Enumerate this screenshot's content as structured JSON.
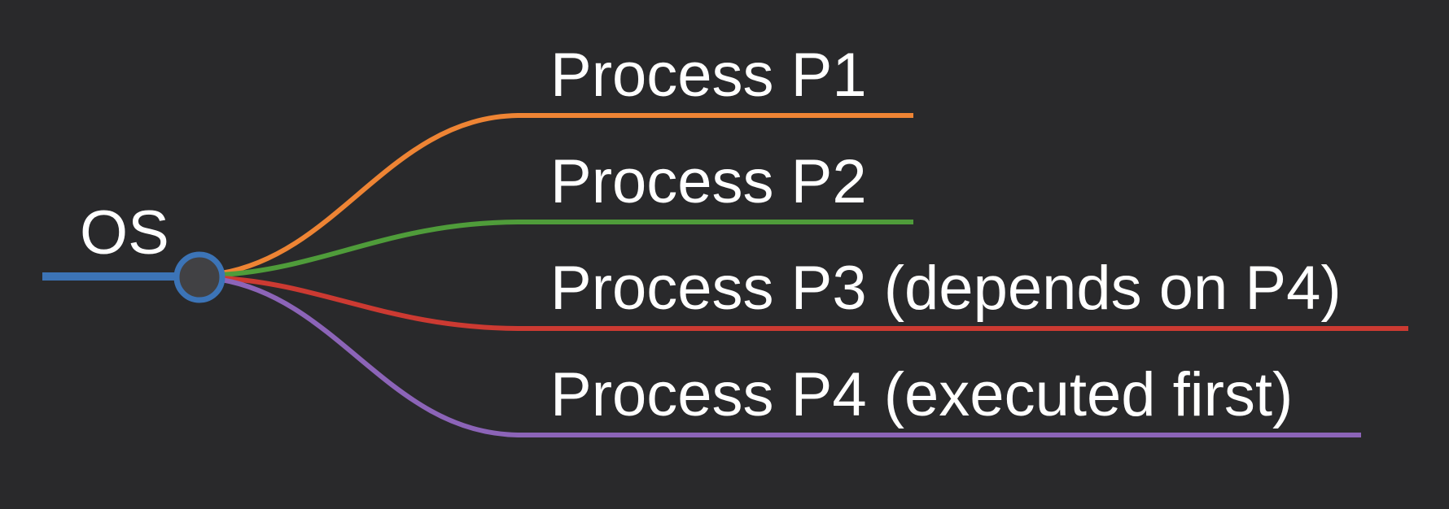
{
  "root": {
    "label": "OS",
    "color": "#3c74b7",
    "node_fill": "#414144"
  },
  "branches": [
    {
      "label": "Process P1",
      "color": "#ee8434"
    },
    {
      "label": "Process P2",
      "color": "#4f9c3a"
    },
    {
      "label": "Process P3 (depends on P4)",
      "color": "#cc3a32"
    },
    {
      "label": "Process P4 (executed first)",
      "color": "#8c64b8"
    }
  ],
  "background": "#29292b"
}
